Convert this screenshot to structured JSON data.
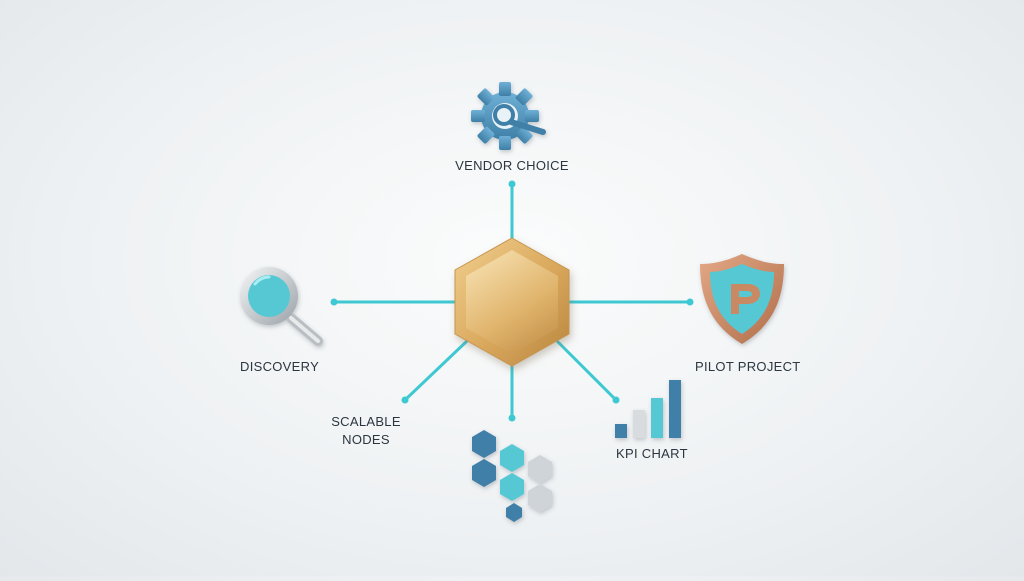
{
  "diagram": {
    "center": {
      "shape": "hexagon",
      "color": "#d9a85c"
    },
    "connector_color": "#3ec8d2",
    "nodes": [
      {
        "id": "vendor_choice",
        "label": "VENDOR CHOICE",
        "icon": "gear-magnifier-icon"
      },
      {
        "id": "discovery",
        "label": "DISCOVERY",
        "icon": "magnifying-glass-icon"
      },
      {
        "id": "pilot_project",
        "label": "PILOT PROJECT",
        "icon": "shield-p-icon"
      },
      {
        "id": "scalable_nodes",
        "label": "SCALABLE\nNODES",
        "icon": "hexagon-cluster-icon"
      },
      {
        "id": "kpi_chart",
        "label": "KPI CHART",
        "icon": "bar-chart-icon"
      }
    ]
  },
  "colors": {
    "teal": "#56c8d4",
    "steel_blue": "#3f7fa7",
    "copper": "#c98a63",
    "gray": "#cfd4d8",
    "gold": "#d9a85c"
  }
}
